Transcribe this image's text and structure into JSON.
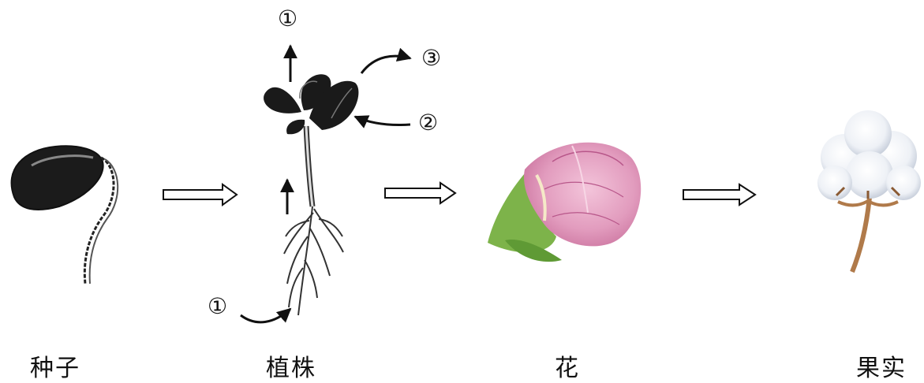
{
  "stages": {
    "seed": "种子",
    "plant": "植株",
    "flower": "花",
    "fruit": "果实"
  },
  "markers": {
    "top": "①",
    "root": "①",
    "leaf": "②",
    "bud": "③"
  },
  "colors": {
    "ink": "#111111",
    "flower_pink": "#d98bb0",
    "sepal_green": "#79b54a",
    "cotton_white": "#f4f6fa",
    "stem_brown": "#b07a4a"
  }
}
